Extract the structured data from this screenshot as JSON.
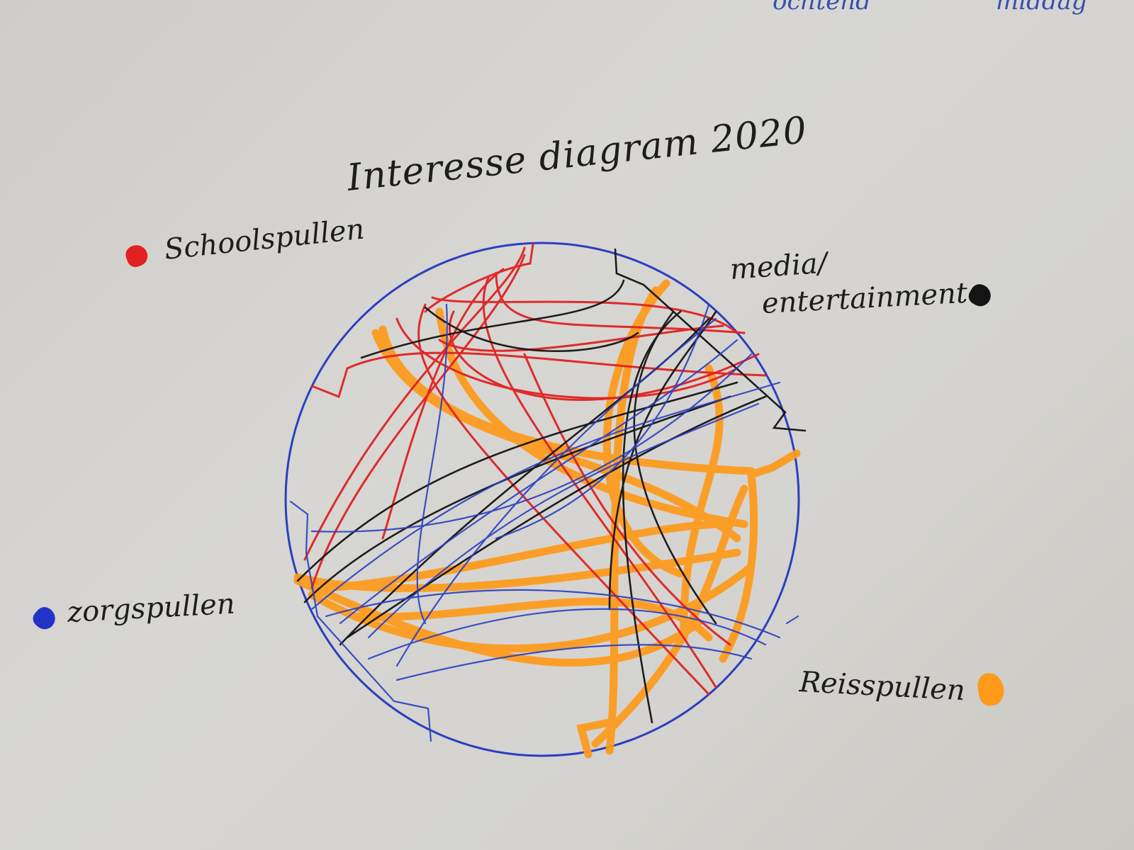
{
  "title": "Interesse diagram 2020",
  "top_notes": {
    "left": "ochtend",
    "right": "middag"
  },
  "categories": [
    {
      "key": "school",
      "label": "Schoolspullen",
      "color": "#e02222"
    },
    {
      "key": "media",
      "label_line1": "media/",
      "label_line2": "entertainment",
      "color": "#141414"
    },
    {
      "key": "zorg",
      "label": "zorgspullen",
      "color": "#2233c8"
    },
    {
      "key": "reis",
      "label": "Reisspullen",
      "color": "#ff9a1a"
    }
  ],
  "circle_color": "#2a3fc0",
  "style": "hand-drawn chord diagram on paper"
}
